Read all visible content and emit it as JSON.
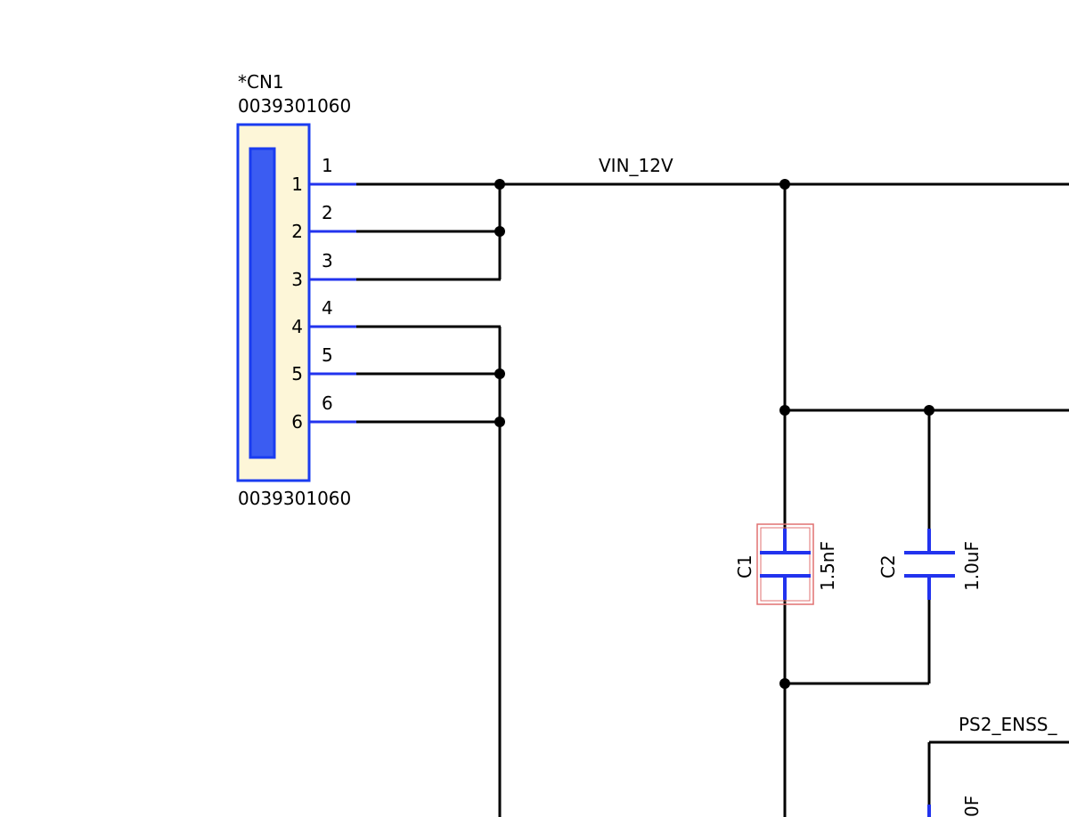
{
  "connector": {
    "ref": "*CN1",
    "part_top": "0039301060",
    "part_bottom": "0039301060",
    "pins": [
      {
        "num": "1",
        "label": "1"
      },
      {
        "num": "2",
        "label": "2"
      },
      {
        "num": "3",
        "label": "3"
      },
      {
        "num": "4",
        "label": "4"
      },
      {
        "num": "5",
        "label": "5"
      },
      {
        "num": "6",
        "label": "6"
      }
    ]
  },
  "nets": {
    "vin": "VIN_12V",
    "enss": "PS2_ENSS_"
  },
  "capacitors": [
    {
      "ref": "C1",
      "value": "1.5nF",
      "highlighted": true
    },
    {
      "ref": "C2",
      "value": "1.0uF",
      "highlighted": false
    }
  ],
  "partial_value": "0F",
  "colors": {
    "wire": "#000000",
    "pin": "#2233ee",
    "body_fill": "#fdf6d8",
    "body_stroke": "#1a3cf0",
    "body_inner": "#3b5cf2",
    "highlight": "#e07070"
  }
}
